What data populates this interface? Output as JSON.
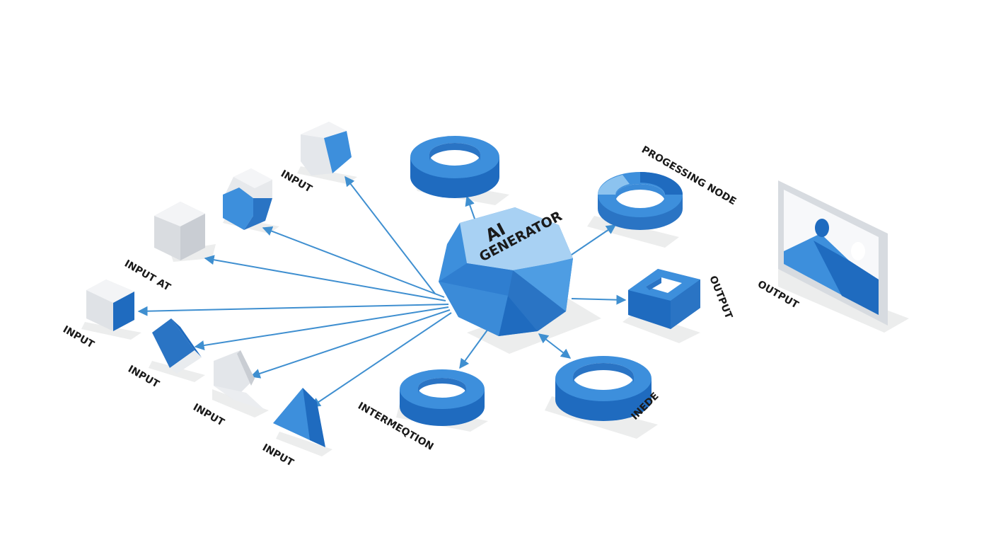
{
  "diagram": {
    "core": {
      "line1": "AI",
      "line2": "GENERATOR"
    },
    "labels": {
      "input_top": "INPUT",
      "input_at": "INPUT AT",
      "input_left": "INPUT",
      "input_mid": "INPUT",
      "input_low": "INPUT",
      "input_bottom": "INPUT",
      "processing_node": "PROGESSING NODE",
      "output_node": "OUTPUT",
      "output_screen": "OUTPUT",
      "intermediate": "INTERMEQTION",
      "inede": "INEDE"
    },
    "colors": {
      "primary": "#3d8fdc",
      "primary_dark": "#1f6bbf",
      "primary_light": "#8cc3ef",
      "cube_light": "#eceef1",
      "cube_mid": "#d4d8de",
      "arrow": "#3f8fd0",
      "shadow": "#e9eaec"
    }
  }
}
